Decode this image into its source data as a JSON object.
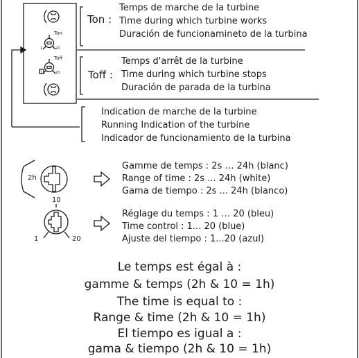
{
  "panel": {
    "ton_small": "Ton",
    "toff_small": "Toff",
    "dial_min": "1",
    "dial_max": "20"
  },
  "ton": {
    "key": "Ton :",
    "lines": [
      "Temps de marche de la turbine",
      "Time during which turbine works",
      "Duración de funcionamineto de la turbina"
    ]
  },
  "toff": {
    "key": "Toff :",
    "lines": [
      "Temps d'arrêt de la turbine",
      "Time during which turbine stops",
      "Duración de parada de la turbina"
    ]
  },
  "indication": {
    "lines": [
      "Indication de marche de la turbine",
      "Running Indication of the turbine",
      "Indicador de funcionamiento de la turbina"
    ]
  },
  "range_knob": {
    "label": "2h",
    "lines": [
      "Gamme de temps : 2s … 24h (blanc)",
      "Range of time : 2s ... 24h (white)",
      "Gama de tiempo : 2s ... 24h (blanco)"
    ]
  },
  "time_knob": {
    "top": "10",
    "min": "1",
    "max": "20",
    "lines": [
      "Réglage du temps : 1 … 20 (bleu)",
      "Time control : 1... 20 (blue)",
      "Ajuste del tiempo : 1...20 (azul)"
    ]
  },
  "formula": {
    "lines": [
      "Le temps est égal à :",
      "gamme & temps (2h & 10 = 1h)",
      "The time is equal to :",
      "Range & time (2h & 10 = 1h)",
      "El tiempo es igual a :",
      "gama & tiempo (2h & 10 = 1h)"
    ]
  }
}
